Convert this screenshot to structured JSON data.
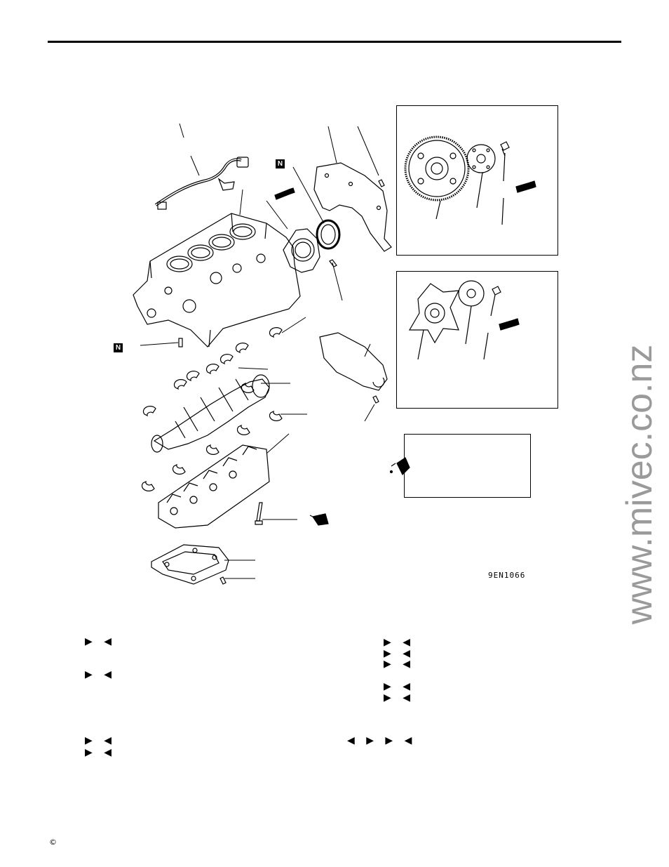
{
  "header": {
    "rule": true
  },
  "diagram": {
    "figure_code": "9EN1066",
    "badges": [
      "N",
      "N"
    ],
    "icon_names": [
      "sealant-tube-icon",
      "oil-can-icon"
    ]
  },
  "service_markers": {
    "left": [
      "▶ ◀",
      "▶ ◀",
      "▶ ◀",
      "▶ ◀"
    ],
    "right": [
      "▶ ◀",
      "▶ ◀",
      "▶ ◀",
      "▶ ◀",
      "◀ ▶ ▶ ◀"
    ]
  },
  "watermark": "www.mivec.co.nz",
  "footer": {
    "copyright": "©"
  }
}
